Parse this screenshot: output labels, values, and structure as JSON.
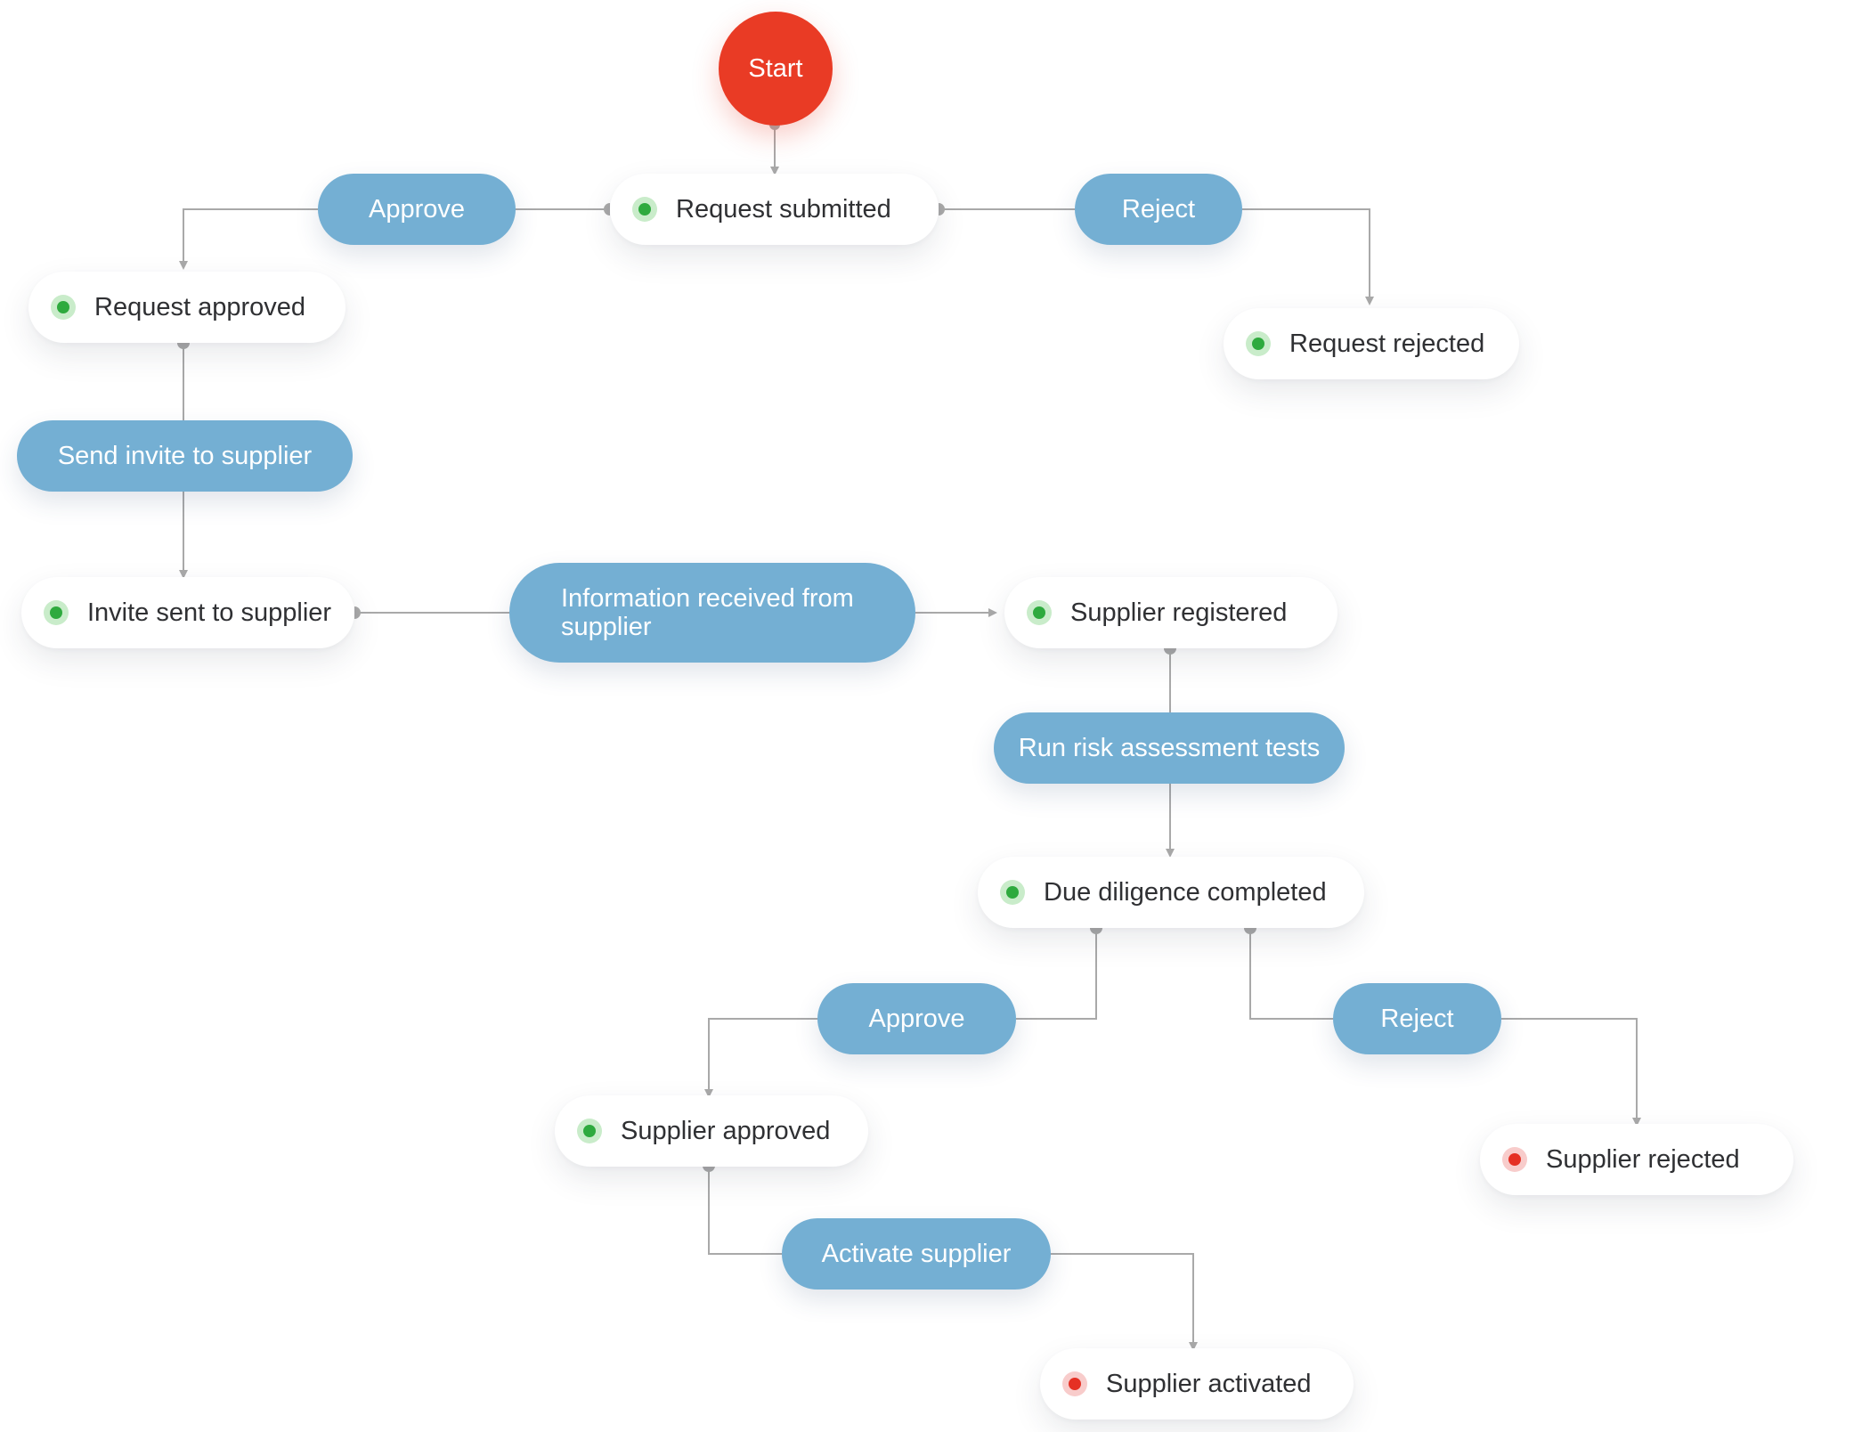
{
  "colors": {
    "action_fill": "#74afd3",
    "start_fill": "#e93b25",
    "status_green": "#2eaa3e",
    "status_red": "#e53024",
    "connector": "#a9a9a9"
  },
  "start": {
    "label": "Start"
  },
  "actions": {
    "approve_request": "Approve",
    "reject_request": "Reject",
    "send_invite": "Send invite to supplier",
    "info_received": "Information received from supplier",
    "run_risk": "Run risk assessment tests",
    "approve_supplier": "Approve",
    "reject_supplier": "Reject",
    "activate_supplier": "Activate supplier"
  },
  "states": {
    "request_submitted": {
      "label": "Request submitted",
      "status": "green"
    },
    "request_approved": {
      "label": "Request approved",
      "status": "green"
    },
    "request_rejected": {
      "label": "Request rejected",
      "status": "green"
    },
    "invite_sent": {
      "label": "Invite sent to supplier",
      "status": "green"
    },
    "supplier_registered": {
      "label": "Supplier registered",
      "status": "green"
    },
    "due_diligence": {
      "label": "Due diligence completed",
      "status": "green"
    },
    "supplier_approved": {
      "label": "Supplier approved",
      "status": "green"
    },
    "supplier_rejected": {
      "label": "Supplier rejected",
      "status": "red"
    },
    "supplier_activated": {
      "label": "Supplier activated",
      "status": "red"
    }
  }
}
